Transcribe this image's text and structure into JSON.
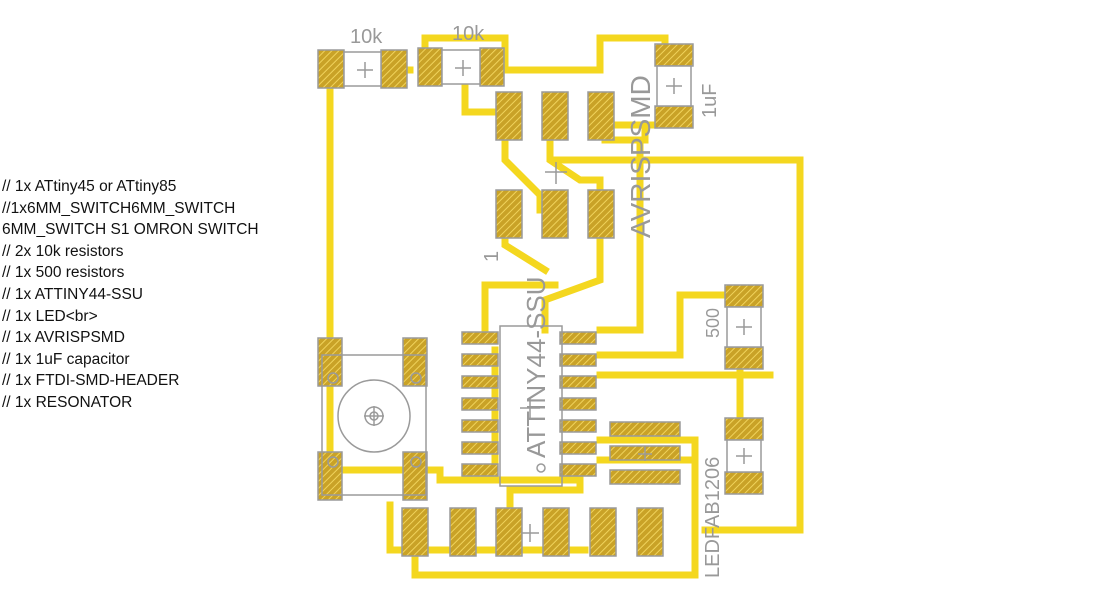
{
  "notes": [
    "// 1x ATtiny45 or ATtiny85",
    "//1x6MM_SWITCH6MM_SWITCH",
    "6MM_SWITCH S1 OMRON SWITCH",
    "// 2x 10k resistors",
    "// 1x 500 resistors",
    "// 1x ATTINY44-SSU",
    "// 1x LED<br>",
    "// 1x AVRISPSMD",
    "// 1x 1uF capacitor",
    "// 1x FTDI-SMD-HEADER",
    "// 1x RESONATOR"
  ],
  "labels": {
    "r1": "10k",
    "r2": "10k",
    "cap": "1uF",
    "avr": "AVRISPSMD",
    "pin1": "1",
    "chip": "ATTINY44-SSU",
    "r500": "500",
    "led": "LEDFAB1206"
  },
  "colors": {
    "trace": "#f4d71f",
    "pad": "#c9a227",
    "hatch": "#e8c64a",
    "silk": "#9a9a9a"
  }
}
